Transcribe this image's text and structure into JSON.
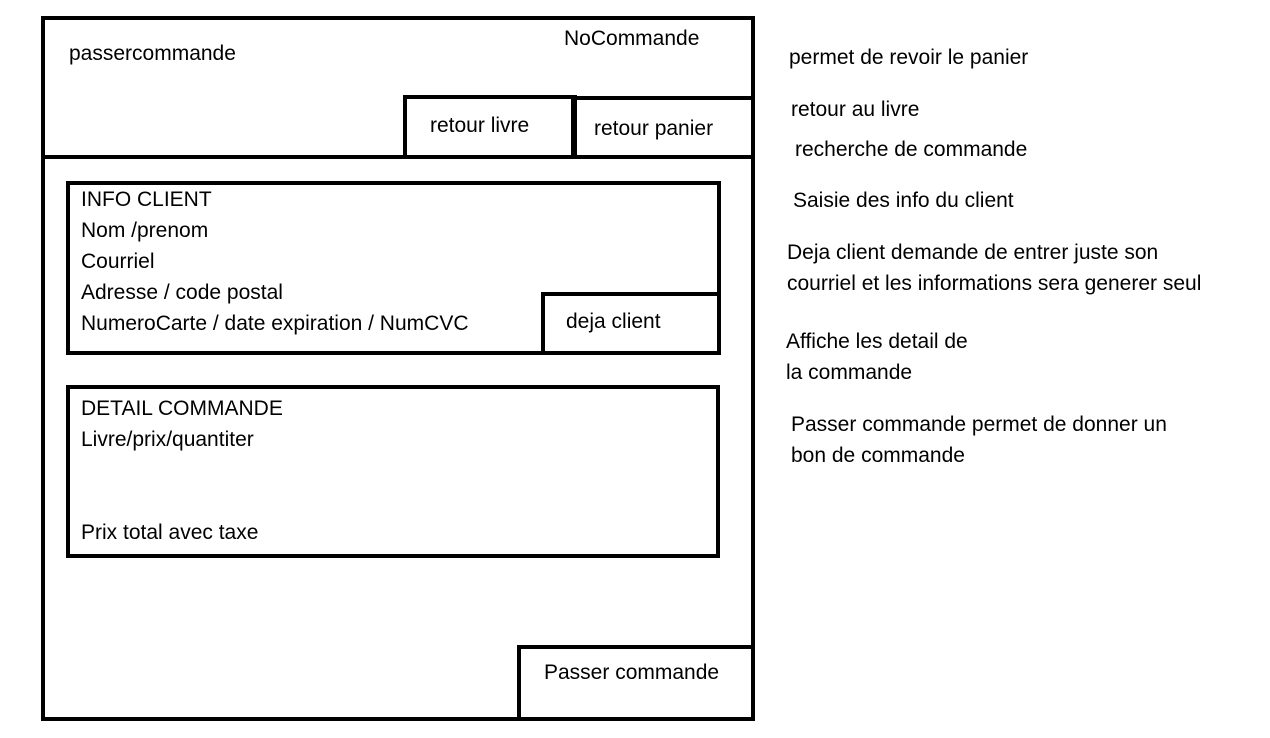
{
  "wireframe": {
    "page_name": "passercommande",
    "order_number_label": "NoCommande",
    "back_to_book_button": "retour livre",
    "back_to_cart_button": "retour panier",
    "client_info": {
      "heading": "INFO CLIENT",
      "fields": [
        "Nom /prenom",
        "Courriel",
        "Adresse / code postal",
        "NumeroCarte / date expiration / NumCVC"
      ],
      "existing_client_button": "deja client"
    },
    "order_detail": {
      "heading": "DETAIL COMMANDE",
      "items_line": "Livre/prix/quantiter",
      "total_line": "Prix total avec taxe"
    },
    "place_order_button": "Passer commande"
  },
  "annotations": {
    "cart_review": "permet de revoir le panier",
    "back_to_book": "retour au livre",
    "order_search": "recherche de commande",
    "client_entry": "Saisie des info du client",
    "existing_client": [
      "Deja client demande de entrer juste son",
      "courriel et les informations sera generer seul"
    ],
    "order_details": [
      "Affiche les detail de",
      "la commande"
    ],
    "place_order": [
      "Passer commande permet de donner un",
      "bon de commande"
    ]
  }
}
